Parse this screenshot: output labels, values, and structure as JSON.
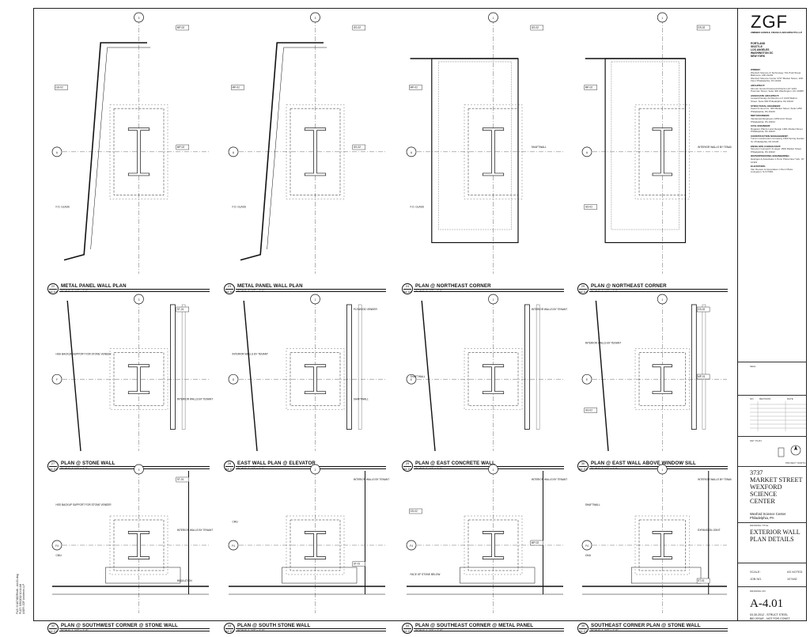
{
  "details": [
    {
      "num": "22",
      "sheet": "A4.01",
      "title": "METAL PANEL WALL PLAN",
      "scale": "SCALE: 1-1/2\" = 1'-0\"",
      "grid": "3",
      "axis": "A",
      "tags": [
        "MP-02",
        "GS-02",
        "MP-02",
        "F.O. GLASS"
      ]
    },
    {
      "num": "23",
      "sheet": "A4.01",
      "title": "METAL PANEL WALL PLAN",
      "scale": "SCALE: 1-1/2\" = 1'-0\"",
      "grid": "3",
      "axis": "A",
      "tags": [
        "GS-02",
        "MP-02",
        "GS-02",
        "F.O. GLASS"
      ]
    },
    {
      "num": "24",
      "sheet": "A4.01",
      "title": "PLAN @ NORTHEAST CORNER",
      "scale": "SCALE: 1-1/2\" = 1'-0\"",
      "grid": "1",
      "axis": "A",
      "tags": [
        "GS-02",
        "MP-02",
        "SHAFTWALL",
        "F.O. GLASS"
      ]
    },
    {
      "num": "25",
      "sheet": "A4.01",
      "title": "PLAN @ NORTHEAST CORNER",
      "scale": "SCALE: 1-1/2\" = 1'-0\"",
      "grid": "1",
      "axis": "A",
      "tags": [
        "GS-02",
        "MP-02",
        "INTERIOR WALLS BY TENANT",
        "GS-02"
      ]
    },
    {
      "num": "27",
      "sheet": "A4.01",
      "title": "PLAN @ STONE WALL",
      "scale": "SCALE: 1-1/2\" = 1'-0\"",
      "grid": "3",
      "axis": "F",
      "tags": [
        "ST-01",
        "HSS BACKUP SUPPORT FOR STONE VENEER",
        "INTERIOR WALLS BY TENANT"
      ]
    },
    {
      "num": "28",
      "sheet": "A4.01",
      "title": "EAST WALL PLAN @ ELEVATOR",
      "scale": "SCALE: 1-1/2\" = 1'-0\"",
      "grid": "1",
      "axis": "D",
      "tags": [
        "PLYWOOD VENEER",
        "INTERIOR WALLS BY TENANT",
        "SHAFTWALL"
      ]
    },
    {
      "num": "29",
      "sheet": "A4.01",
      "title": "PLAN @ EAST CONCRETE WALL",
      "scale": "SCALE: 1-1/2\" = 1'-0\"",
      "grid": "1",
      "axis": "E",
      "tags": [
        "INTERIOR WALLS BY TENANT",
        "SHAFTWALL"
      ]
    },
    {
      "num": "30",
      "sheet": "A4.01",
      "title": "PLAN @ EAST WALL ABOVE WINDOW SILL",
      "scale": "SCALE: 1-1/2\" = 1'-0\"",
      "grid": "1",
      "axis": "E",
      "tags": [
        "GS-02",
        "INTERIOR WALLS BY TENANT",
        "MP-01",
        "GS-02"
      ]
    },
    {
      "num": "32",
      "sheet": "A4.01",
      "title": "PLAN @ SOUTHWEST CORNER @ STONE WALL",
      "scale": "SCALE: 1-1/2\" = 1'-0\"",
      "grid": "3",
      "axis": "F4",
      "tags": [
        "ST-01",
        "HSS BACKUP SUPPORT FOR STONE VENEER",
        "INTERIOR WALLS BY TENANT",
        "CMU",
        "INSULATION"
      ]
    },
    {
      "num": "33",
      "sheet": "A4.01",
      "title": "PLAN @ SOUTH STONE WALL",
      "scale": "SCALE: 1-1/2\" = 1'-0\"",
      "grid": "2",
      "axis": "F4",
      "tags": [
        "INTERIOR WALLS BY TENANT",
        "CMU",
        "ST-01"
      ]
    },
    {
      "num": "34",
      "sheet": "A4.01",
      "title": "PLAN @ SOUTHEAST CORNER @ METAL PANEL",
      "scale": "SCALE: 1-1/2\" = 1'-0\"",
      "grid": "1",
      "axis": "F4",
      "tags": [
        "INTERIOR WALLS BY TENANT",
        "GS-02",
        "MP-02",
        "FACE OF STONE BELOW"
      ]
    },
    {
      "num": "35",
      "sheet": "A4.01",
      "title": "SOUTHEAST CORNER PLAN @ STONE WALL",
      "scale": "SCALE: 1-1/2\" = 1'-0\"",
      "grid": "1",
      "axis": "F4",
      "tags": [
        "INTERIOR WALLS BY TENANT",
        "SHAFTWALL",
        "EXPANSION JOINT",
        "CMU",
        "ST-01"
      ]
    }
  ],
  "titleblock": {
    "logo": "ZGF",
    "logo_sub": "ZIMMER GUNSUL FRASCA ARCHITECTS LLP",
    "offices": [
      "PORTLAND",
      "SEATTLE",
      "LOS ANGELES",
      "WASHINGTON DC",
      "NEW YORK"
    ],
    "consultants": [
      {
        "h": "OWNER:",
        "t": "Wexford Science & Technology 701 Pratt Street Baltimore, MD 21202"
      },
      {
        "h": "",
        "t": "Wexford Science Center 3737 Market Street, 10th Floor Philadelphia, PA 19104"
      },
      {
        "h": "ARCHITECT:",
        "t": "Zimmer Gunsul Frasca Architects LLP 1223 Potomac Street, Suite 400 Washington, DC 20005"
      },
      {
        "h": "ASSOCIATE ARCHITECT:",
        "t": "Lessard Design Architects LLC 1420 Walnut Street, Suite 900 Philadelphia, PA 19102"
      },
      {
        "h": "STRUCTURAL ENGINEER:",
        "t": "Keast & Hood Co. 400 Market Street, Suite 1250 Philadelphia, PA 19106"
      },
      {
        "h": "MEP ENGINEER:",
        "t": "Vanderweil Engineers 1650 Arch Street Philadelphia, PA 19103"
      },
      {
        "h": "CIVIL ENGINEER:",
        "t": "Ruggiero Plante Land Design 1601 Market Street Philadelphia, PA 19103"
      },
      {
        "h": "CONSTRUCTION MANAGEMENT:",
        "t": "Turner Construction Company 1500 Spring Garden St. Philadelphia, PA 19130"
      },
      {
        "h": "ENVELOPE CONSULTANT:",
        "t": "Simpson Gumpertz & Heger 1500 Market Street Philadelphia, PA 19102"
      },
      {
        "h": "WATERPROOFING ENGINEERING:",
        "t": "Heintges & Associates 1 Penn Plaza New York, NY 10119"
      },
      {
        "h": "ELEVATORS:",
        "t": "Van Deusen & Associates 1 Penn Plaza Livingston, NJ 07039"
      }
    ],
    "seal_label": "SEAL",
    "rev_headers": [
      "NO.",
      "REVISION",
      "DATE"
    ],
    "key_plan_label": "KEY PLAN",
    "north_label": "PROJECT NORTH",
    "project": [
      "3737",
      "MARKET STREET",
      "WEXFORD SCIENCE",
      "CENTER"
    ],
    "client": [
      "Wexford Science Center",
      "Philadelphia, PA"
    ],
    "drawing_title_label": "DRAWING TITLE",
    "sheet_title": [
      "EXTERIOR WALL",
      "PLAN DETAILS"
    ],
    "scale_label": "SCALE:",
    "scale_value": "AS NOTED",
    "job_label": "JOB NO.",
    "job_value": "107482",
    "drawing_no_label": "DRAWING NO.",
    "sheet_number": "A-4.01",
    "issue": [
      "03.30.2012 - STRUCT STEEL",
      "BID ISSUE - NOT FOR CONST."
    ]
  },
  "side_notes": [
    "FILE: S:\\107482\\Revit\\...\\A4.01.dwg",
    "PLOT: 3/30/2012 10:14 AM",
    "USER: ZGF Architects LLP"
  ]
}
